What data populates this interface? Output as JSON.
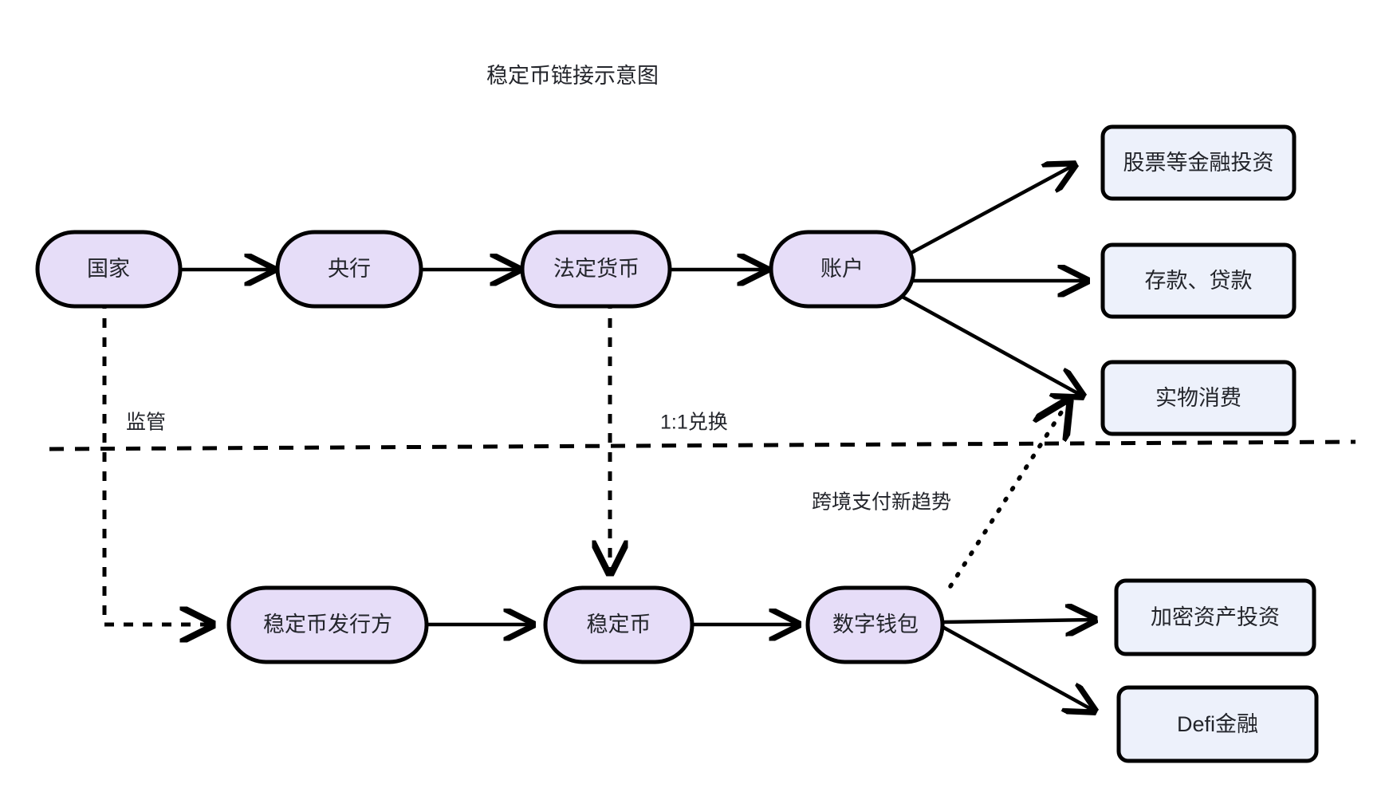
{
  "title": "稳定币链接示意图",
  "colors": {
    "stadium_fill": "#e6ddf8",
    "rect_fill": "#edf1fb",
    "stroke": "#000000",
    "text": "#23252b",
    "background": "#ffffff"
  },
  "nodes": {
    "country": "国家",
    "central_bank": "央行",
    "fiat_currency": "法定货币",
    "account": "账户",
    "stablecoin_issuer": "稳定币发行方",
    "stablecoin": "稳定币",
    "digital_wallet": "数字钱包"
  },
  "outcome_boxes": {
    "stock_investment": "股票等金融投资",
    "deposit_loan": "存款、贷款",
    "physical_consumption": "实物消费",
    "crypto_investment": "加密资产投资",
    "defi_finance": "Defi金融"
  },
  "edge_labels": {
    "regulation": "监管",
    "peg_exchange": "1:1兑换",
    "cross_border": "跨境支付新趋势"
  }
}
